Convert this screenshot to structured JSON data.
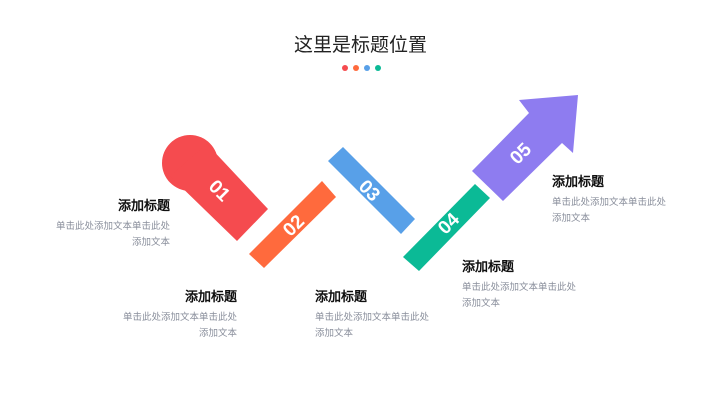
{
  "title": "这里是标题位置",
  "colors": {
    "red": "#f54b4f",
    "orange": "#ff6a3d",
    "blue": "#58a0e8",
    "green": "#0bba96",
    "purple": "#8e7cf0"
  },
  "steps": [
    {
      "number": "01",
      "heading": "添加标题",
      "body": "单击此处添加文本单击此处添加文本"
    },
    {
      "number": "02",
      "heading": "添加标题",
      "body": "单击此处添加文本单击此处添加文本"
    },
    {
      "number": "03",
      "heading": "添加标题",
      "body": "单击此处添加文本单击此处添加文本"
    },
    {
      "number": "04",
      "heading": "添加标题",
      "body": "单击此处添加文本单击此处添加文本"
    },
    {
      "number": "05",
      "heading": "添加标题",
      "body": "单击此处添加文本单击此处添加文本"
    }
  ]
}
